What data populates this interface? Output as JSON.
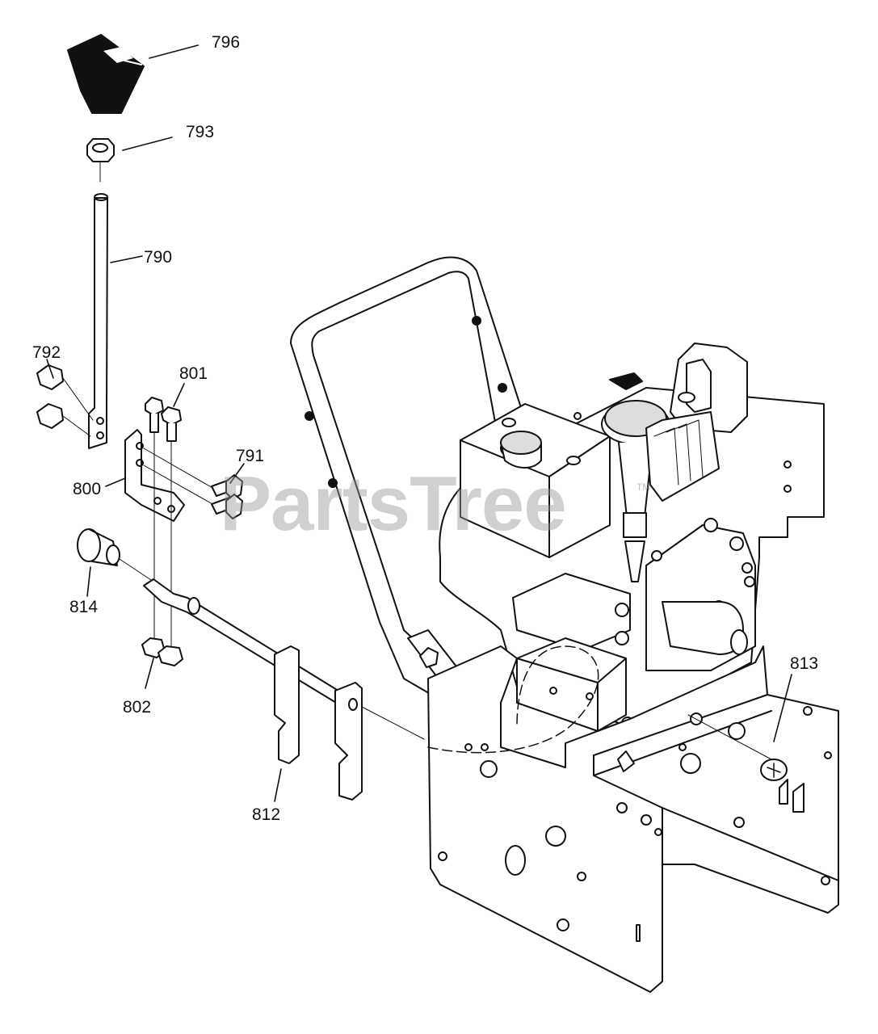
{
  "watermark": {
    "text": "PartsTree",
    "trademark": "TM"
  },
  "colors": {
    "line": "#111111",
    "watermark": "#969696",
    "background": "#ffffff"
  },
  "callouts": [
    {
      "id": "796",
      "label": "796",
      "part": "knob"
    },
    {
      "id": "793",
      "label": "793",
      "part": "nut"
    },
    {
      "id": "790",
      "label": "790",
      "part": "shift-rod"
    },
    {
      "id": "792",
      "label": "792",
      "part": "nuts"
    },
    {
      "id": "801",
      "label": "801",
      "part": "bolts"
    },
    {
      "id": "791",
      "label": "791",
      "part": "bolts"
    },
    {
      "id": "800",
      "label": "800",
      "part": "bracket"
    },
    {
      "id": "814",
      "label": "814",
      "part": "bushing"
    },
    {
      "id": "802",
      "label": "802",
      "part": "nuts"
    },
    {
      "id": "812",
      "label": "812",
      "part": "shift-fork-shaft"
    },
    {
      "id": "813",
      "label": "813",
      "part": "retaining-ring"
    }
  ]
}
